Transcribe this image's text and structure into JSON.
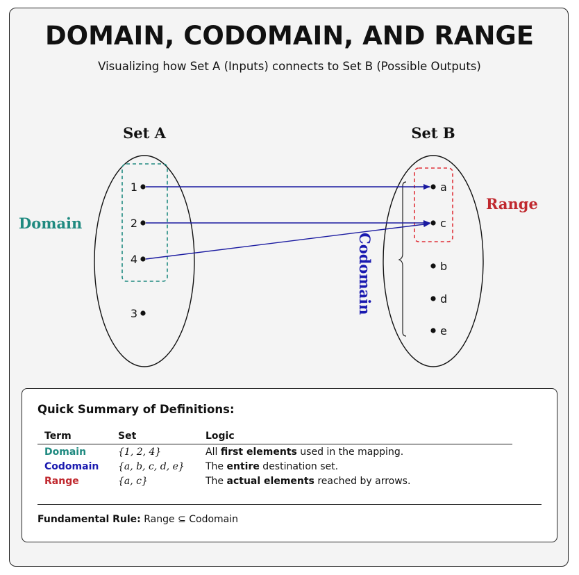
{
  "header": {
    "title": "DOMAIN, CODOMAIN, AND RANGE",
    "subtitle": "Visualizing how Set A (Inputs) connects to Set B (Possible Outputs)"
  },
  "diagram": {
    "set_a_label": "Set A",
    "set_b_label": "Set B",
    "domain_label": "Domain",
    "codomain_label": "Codomain",
    "range_label": "Range",
    "set_a_elements": [
      "1",
      "2",
      "4",
      "3"
    ],
    "set_b_elements": [
      "a",
      "c",
      "b",
      "d",
      "e"
    ],
    "mapping": [
      {
        "from": "1",
        "to": "a"
      },
      {
        "from": "2",
        "to": "c"
      },
      {
        "from": "4",
        "to": "c"
      }
    ],
    "colors": {
      "domain": "#1f8a80",
      "codomain": "#1a1ab0",
      "range": "#c0282e",
      "arrow": "#1a1aa0"
    }
  },
  "summary": {
    "title": "Quick Summary of Definitions:",
    "headers": [
      "Term",
      "Set",
      "Logic"
    ],
    "rows": [
      {
        "term": "Domain",
        "set": "{1, 2, 4}",
        "logic_pre": "All ",
        "logic_bold": "first elements",
        "logic_post": " used in the mapping."
      },
      {
        "term": "Codomain",
        "set": "{a, b, c, d, e}",
        "logic_pre": "The ",
        "logic_bold": "entire",
        "logic_post": " destination set."
      },
      {
        "term": "Range",
        "set": "{a, c}",
        "logic_pre": "The ",
        "logic_bold": "actual elements",
        "logic_post": " reached by arrows."
      }
    ],
    "rule_label": "Fundamental Rule:",
    "rule_text": "Range ⊆ Codomain"
  }
}
